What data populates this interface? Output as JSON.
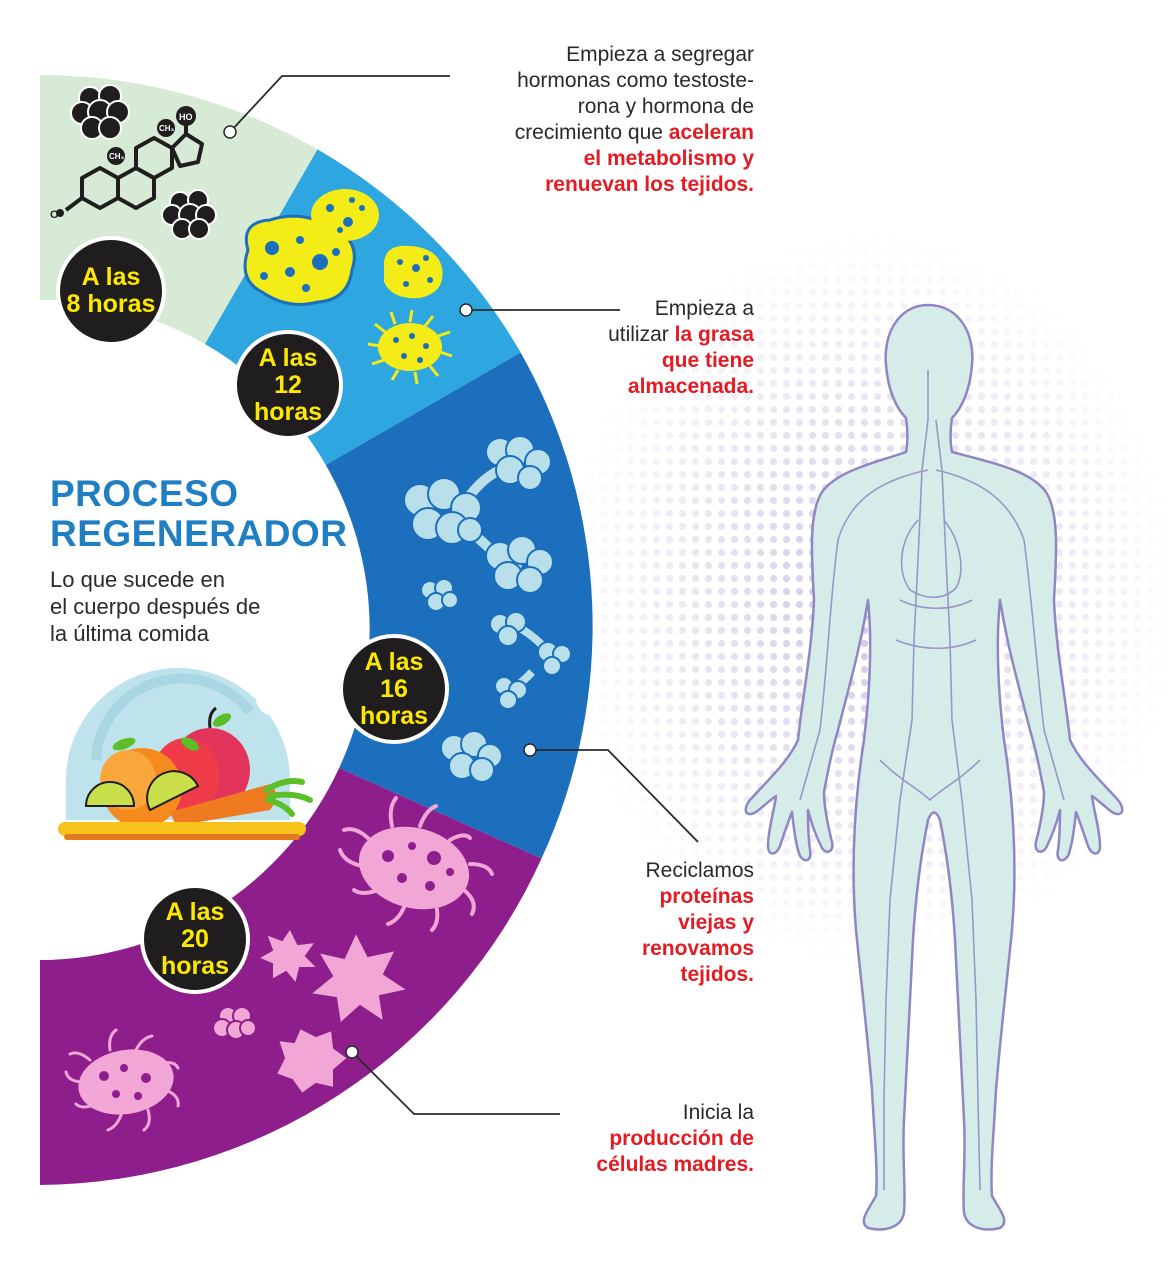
{
  "title": {
    "line1": "PROCESO",
    "line2": "REGENERADOR"
  },
  "subtitle": {
    "line1": "Lo que sucede en",
    "line2": "el cuerpo después de",
    "line3": "la última comida"
  },
  "stages": [
    {
      "badge_line1": "A las",
      "badge_line2": "8 horas",
      "color": "#d6ead6"
    },
    {
      "badge_line1": "A las",
      "badge_line2": "12 horas",
      "color": "#2ea6e0"
    },
    {
      "badge_line1": "A las",
      "badge_line2": "16 horas",
      "color": "#1b6fbd"
    },
    {
      "badge_line1": "A las",
      "badge_line2": "20 horas",
      "color": "#8e1e8c"
    }
  ],
  "notes": [
    {
      "l1": "Empieza a segregar",
      "l2": "hormonas como testoste-",
      "l3": "rona y hormona de",
      "l4a": "crecimiento que ",
      "l4b": "aceleran",
      "l5": "el metabolismo y",
      "l6": "renuevan los tejidos."
    },
    {
      "l1": "Empieza a",
      "l2a": "utilizar ",
      "l2b": "la grasa",
      "l3": "que tiene",
      "l4": "almacenada."
    },
    {
      "l1": "Reciclamos",
      "l2": "proteínas",
      "l3": "viejas y",
      "l4": "renovamos",
      "l5": "tejidos."
    },
    {
      "l1": "Inicia la",
      "l2": "producción de",
      "l3": "células madres."
    }
  ],
  "molecule_labels": {
    "ho": "HO",
    "ch3_top": "CH₃",
    "ch3_mid": "CH₃",
    "o": "O"
  },
  "colors": {
    "highlight": "#e31b23",
    "title": "#1f7fc2",
    "badge_text": "#ffe800",
    "badge_bg": "#1f1d1e",
    "body_fill": "#d5ece8",
    "body_stroke": "#8f86c4",
    "halftone": "#8b78c2"
  }
}
